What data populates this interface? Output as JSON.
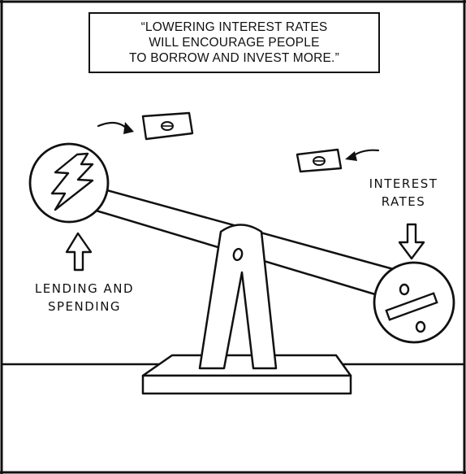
{
  "caption": {
    "lines": [
      "“LOWERING INTEREST RATES",
      "WILL ENCOURAGE PEOPLE",
      "TO BORROW AND INVEST MORE.”"
    ]
  },
  "left_label": {
    "lines": [
      "LENDING AND",
      "SPENDING"
    ]
  },
  "right_label": {
    "lines": [
      "INTEREST",
      "RATES"
    ]
  },
  "icons": {
    "left_circle": "lightning-icon",
    "right_circle": "percent-icon",
    "money": "banknote-icon",
    "arrows": "arrow-icon"
  },
  "colors": {
    "ink": "#111111",
    "paper": "#ffffff"
  }
}
